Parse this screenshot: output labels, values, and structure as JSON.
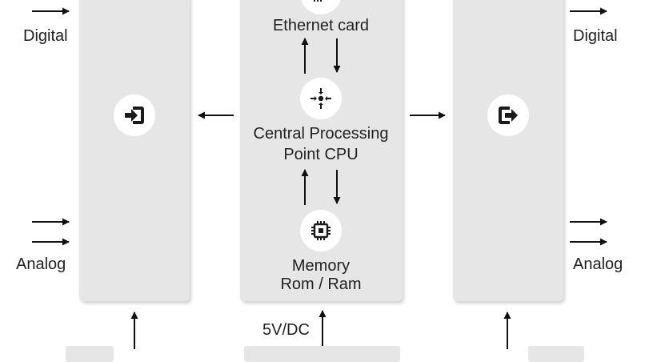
{
  "left_labels": {
    "digital": "Digital",
    "analog": "Analog"
  },
  "right_labels": {
    "digital": "Digital",
    "analog": "Analog"
  },
  "cpu": {
    "ethernet": "Ethernet card",
    "processor_line1": "Central Processing",
    "processor_line2": "Point CPU",
    "memory_line1": "Memory",
    "memory_line2": "Rom / Ram"
  },
  "power_label": "5V/DC",
  "icons": {
    "input": "login-icon",
    "output": "logout-icon",
    "processor": "crosshair-icon",
    "memory": "chip-icon",
    "ethernet": "network-card-icon"
  },
  "colors": {
    "panel": "#e6e6e6",
    "icon": "#1a1a1a",
    "arrow": "#111111"
  }
}
